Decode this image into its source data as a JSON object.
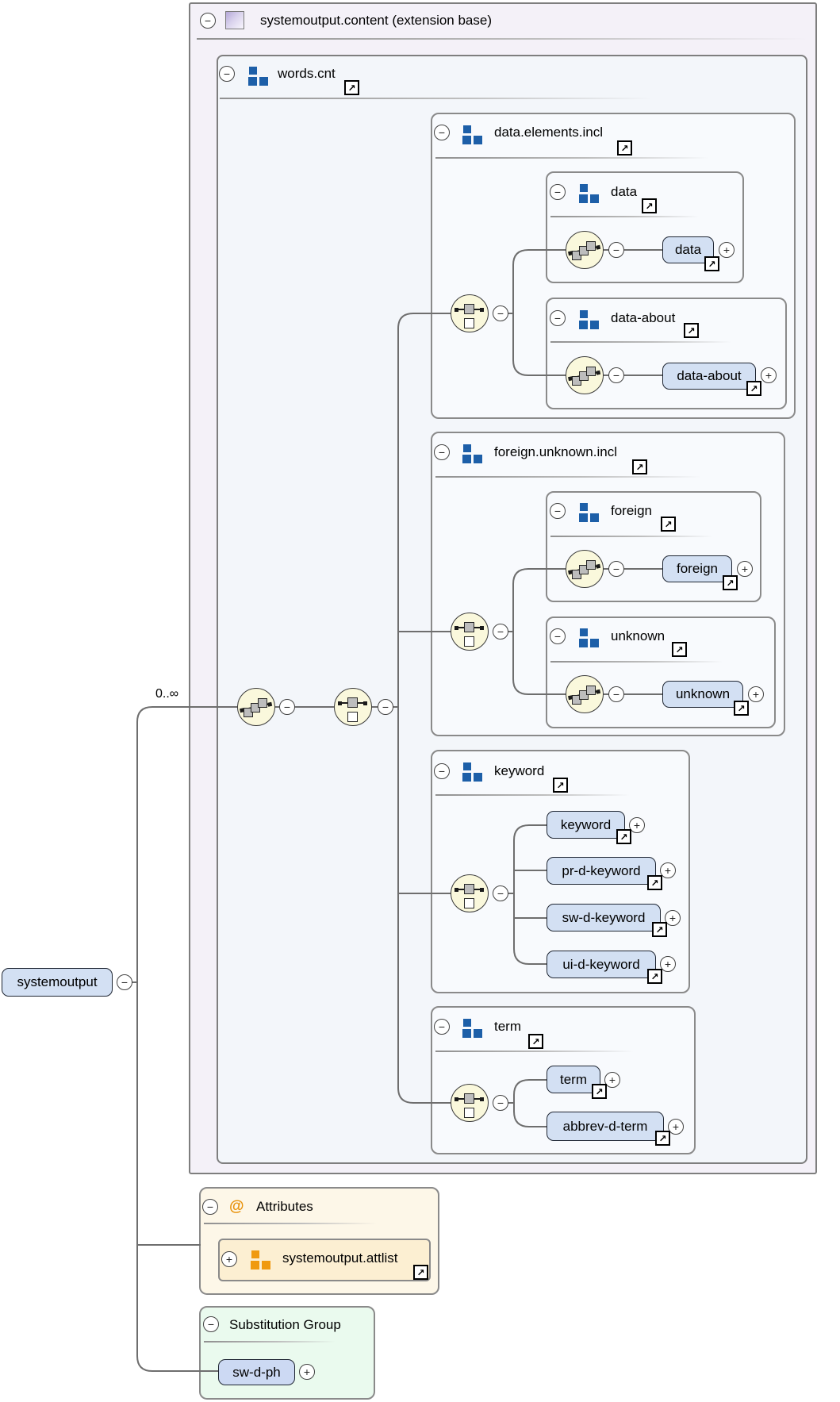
{
  "glyphs": {
    "collapse": "−",
    "expand": "+",
    "link_arrow": "↗",
    "at": "@"
  },
  "root_element": {
    "label": "systemoutput",
    "multiplicity": "0..∞"
  },
  "content_box": {
    "title": "systemoutput.content (extension base)"
  },
  "words_box": {
    "title": "words.cnt"
  },
  "group_data_elements": {
    "title": "data.elements.incl"
  },
  "group_data": {
    "title": "data",
    "element": {
      "label": "data"
    }
  },
  "group_data_about": {
    "title": "data-about",
    "element": {
      "label": "data-about"
    }
  },
  "group_foreign_unknown": {
    "title": "foreign.unknown.incl"
  },
  "group_foreign": {
    "title": "foreign",
    "element": {
      "label": "foreign"
    }
  },
  "group_unknown": {
    "title": "unknown",
    "element": {
      "label": "unknown"
    }
  },
  "group_keyword": {
    "title": "keyword",
    "elements": [
      {
        "label": "keyword"
      },
      {
        "label": "pr-d-keyword"
      },
      {
        "label": "sw-d-keyword"
      },
      {
        "label": "ui-d-keyword"
      }
    ]
  },
  "group_term": {
    "title": "term",
    "elements": [
      {
        "label": "term"
      },
      {
        "label": "abbrev-d-term"
      }
    ]
  },
  "attributes_box": {
    "title": "Attributes",
    "attlist": {
      "label": "systemoutput.attlist"
    }
  },
  "substitution_box": {
    "title": "Substitution Group",
    "element": {
      "label": "sw-d-ph"
    }
  },
  "icons": {
    "collapse_toggle": "minus-circle",
    "expand_toggle": "plus-circle",
    "sequence_connector": "cream-circle-three-gray-steps",
    "choice_connector": "cream-circle-square-over-square",
    "model_group": "three-blue-squares",
    "attribute_group": "three-orange-squares",
    "complex_type": "purple-gradient-square",
    "link": "boxed-northeast-arrow"
  },
  "colors": {
    "outer_bg": "#f4f1f8",
    "words_bg": "#f3f6fa",
    "group_bg": "#f8fafd",
    "element_fill": "#d3e0f3",
    "element_border": "#1f2633",
    "attributes_bg": "#fdf7e8",
    "attlist_fill": "#fcefd2",
    "substitution_bg": "#eafaee",
    "group_icon_blue": "#1d5fa8",
    "attr_icon_orange": "#f09a10",
    "at_symbol_orange": "#e8920a",
    "connector_line": "#6e6e6e",
    "icon_circle_fill": "#faf8dc"
  }
}
